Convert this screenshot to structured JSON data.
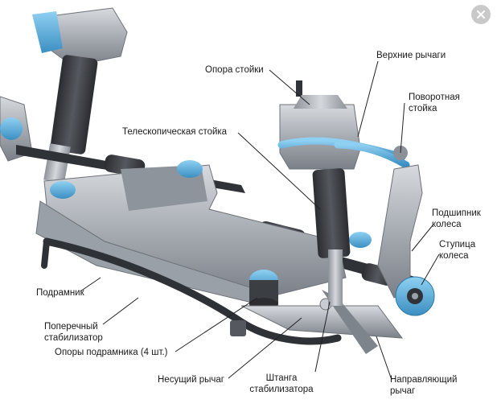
{
  "labels": {
    "opora_stoyki": "Опора стойки",
    "verkhnie_rychagi": "Верхние рычаги",
    "povorotnaya_1": "Поворотная",
    "povorotnaya_2": "стойка",
    "teleskop": "Телескопическая стойка",
    "podshipnik_1": "Подшипник",
    "podshipnik_2": "колеса",
    "stupitsa_1": "Ступица",
    "stupitsa_2": "колеса",
    "podramnik": "Подрамник",
    "stabilizator_1": "Поперечный",
    "stabilizator_2": "стабилизатор",
    "opory_podramnika": "Опоры подрамника (4 шт.)",
    "nesushchiy": "Несущий рычаг",
    "shtanga_1": "Штанга",
    "shtanga_2": "стабилизатора",
    "napravlyayushchiy_1": "Направляющий",
    "napravlyayushchiy_2": "рычаг"
  },
  "colors": {
    "accent_blue": "#5aa9d6",
    "metal": "#b9bec4",
    "dark": "#3a3d42",
    "leader": "#222222"
  },
  "icons": {
    "close": "close-icon"
  }
}
